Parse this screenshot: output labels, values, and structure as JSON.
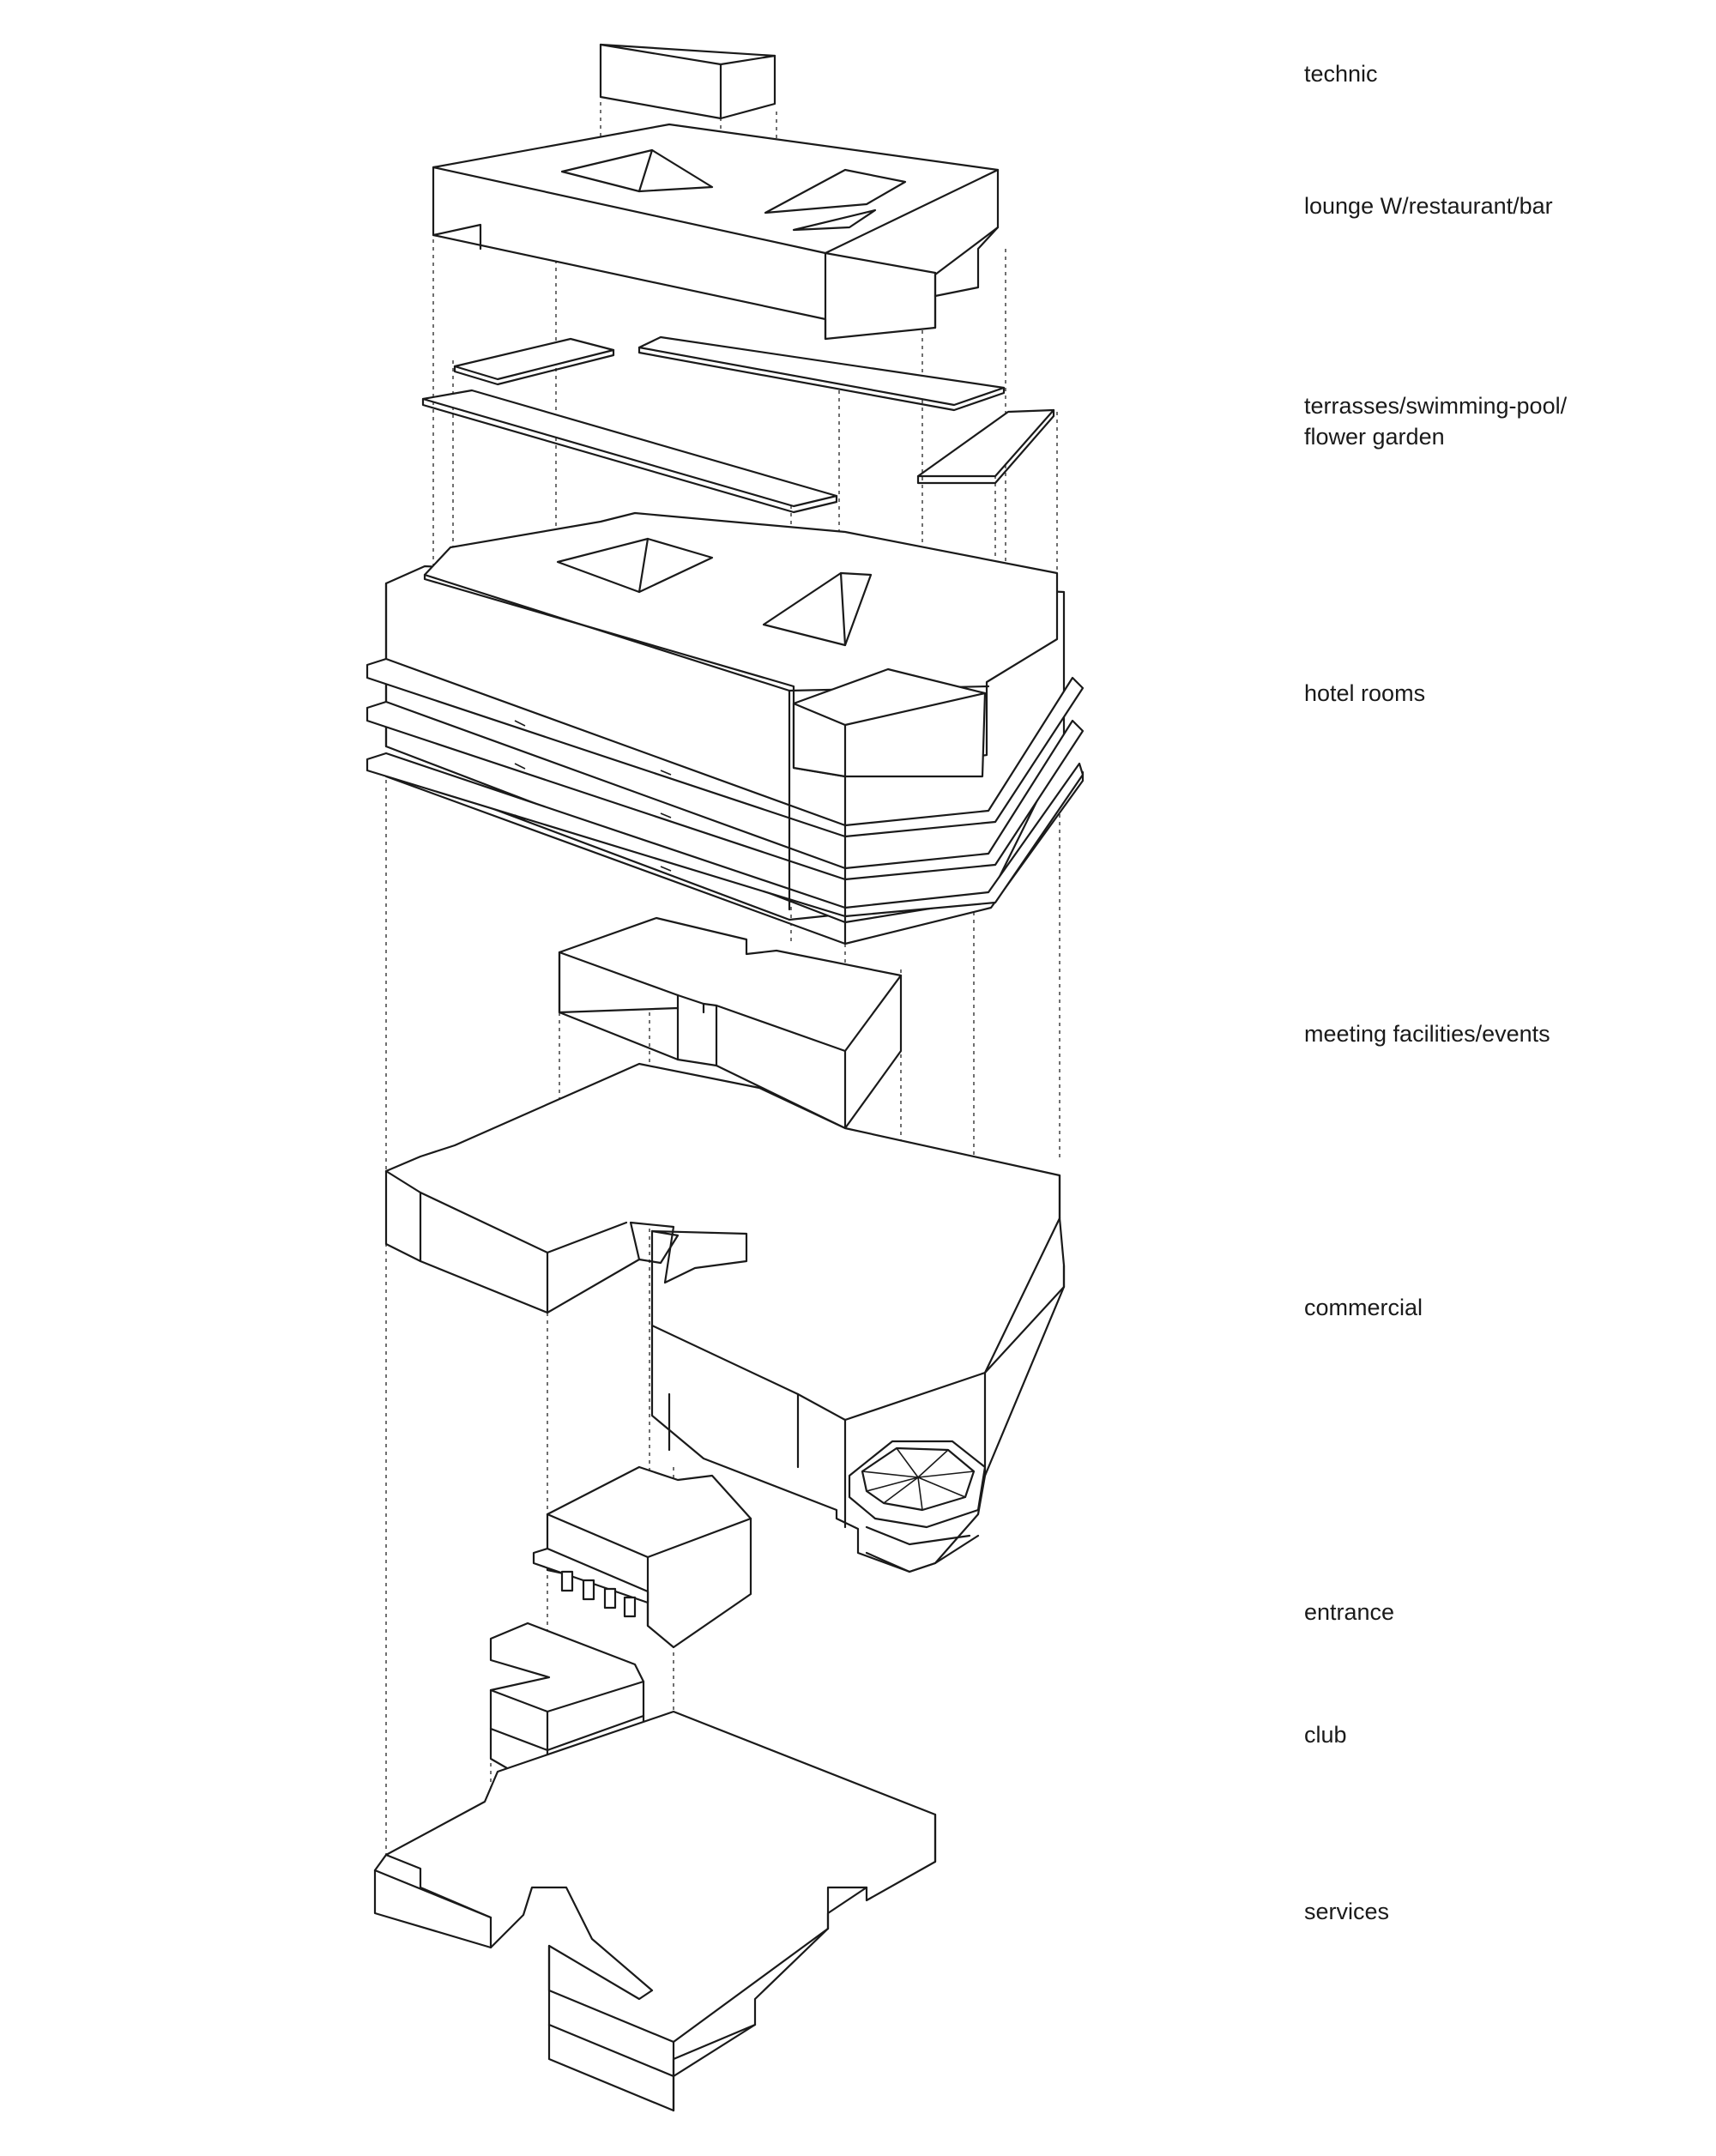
{
  "labels": {
    "technic": "technic",
    "lounge": "lounge W/restaurant/bar",
    "terraces": "terrasses/swimming-pool/\nflower garden",
    "rooms": "hotel rooms",
    "meeting": "meeting facilities/events",
    "commercial": "commercial",
    "entrance": "entrance",
    "club": "club",
    "services": "services"
  }
}
